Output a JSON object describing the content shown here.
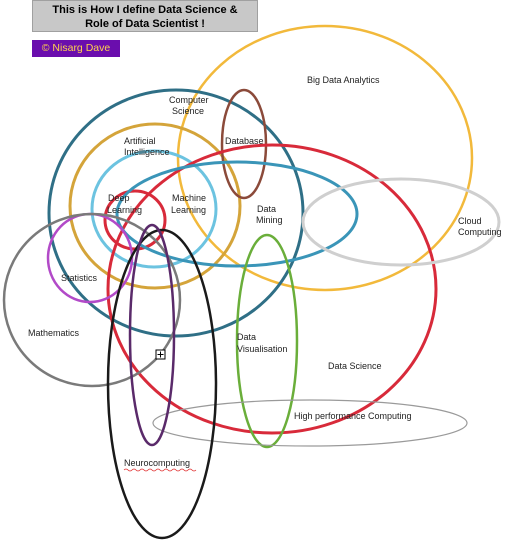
{
  "title": {
    "line1": "This is How I define Data Science &",
    "line2": "Role of Data Scientist !"
  },
  "badge": "© Nisarg Dave",
  "labels": {
    "big_data_analytics": "Big Data Analytics",
    "computer_science_1": "Computer",
    "computer_science_2": "Science",
    "artificial_intelligence_1": "Artificial",
    "artificial_intelligence_2": "Intelligence",
    "database": "Database",
    "deep_learning_1": "Deep",
    "deep_learning_2": "Learning",
    "machine_learning_1": "Machine",
    "machine_learning_2": "Learning",
    "data_mining_1": "Data",
    "data_mining_2": "Mining",
    "cloud_computing_1": "Cloud",
    "cloud_computing_2": "Computing",
    "statistics": "Statistics",
    "mathematics": "Mathematics",
    "data_visualisation_1": "Data",
    "data_visualisation_2": "Visualisation",
    "data_science": "Data Science",
    "high_performance_computing": "High performance Computing",
    "neurocomputing": "Neurocomputing"
  },
  "colors": {
    "big_data_analytics": "#f2b93b",
    "computer_science": "#2f6f86",
    "artificial_intelligence": "#d4a43a",
    "machine_learning": "#6cc3e0",
    "deep_learning": "#d82a3a",
    "database": "#8b4a3a",
    "data_science": "#d82a3a",
    "data_mining": "#3a95b8",
    "cloud_computing": "#cfcfcf",
    "statistics": "#b24ac8",
    "mathematics": "#7a7a7a",
    "data_visualisation": "#6aae3a",
    "high_performance_computing": "#9a9a9a",
    "neurocomputing": "#1a1a1a",
    "neurocomputing_inner": "#5a2a6a"
  },
  "icons": [
    "expand-cross-icon"
  ]
}
